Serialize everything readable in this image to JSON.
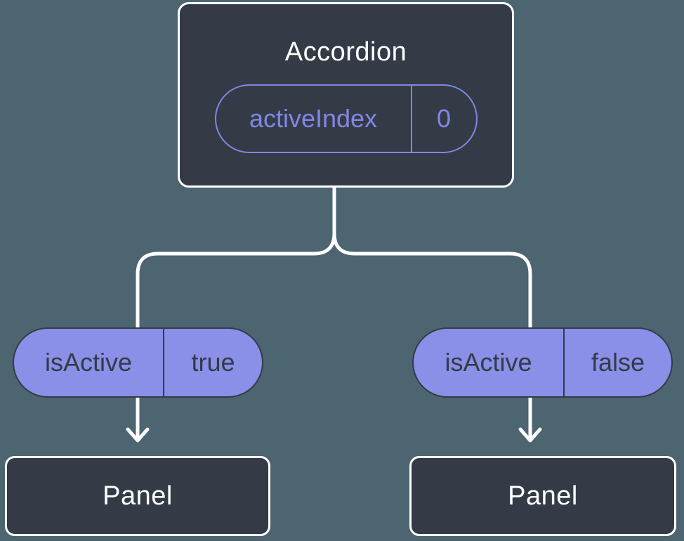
{
  "diagram": {
    "root": {
      "title": "Accordion",
      "prop": {
        "name": "activeIndex",
        "value": "0"
      }
    },
    "branches": [
      {
        "pill": {
          "name": "isActive",
          "value": "true"
        },
        "node": {
          "title": "Panel"
        }
      },
      {
        "pill": {
          "name": "isActive",
          "value": "false"
        },
        "node": {
          "title": "Panel"
        }
      }
    ],
    "colors": {
      "background": "#4D6570",
      "node_fill": "#343B47",
      "node_border": "#FFFFFF",
      "connector": "#FFFFFF",
      "pill_fill": "#8A8FE8",
      "pill_border": "#343B47",
      "pill_text": "#343B47",
      "accent_purple": "#8187E3",
      "title_text": "#FFFFFF"
    }
  }
}
